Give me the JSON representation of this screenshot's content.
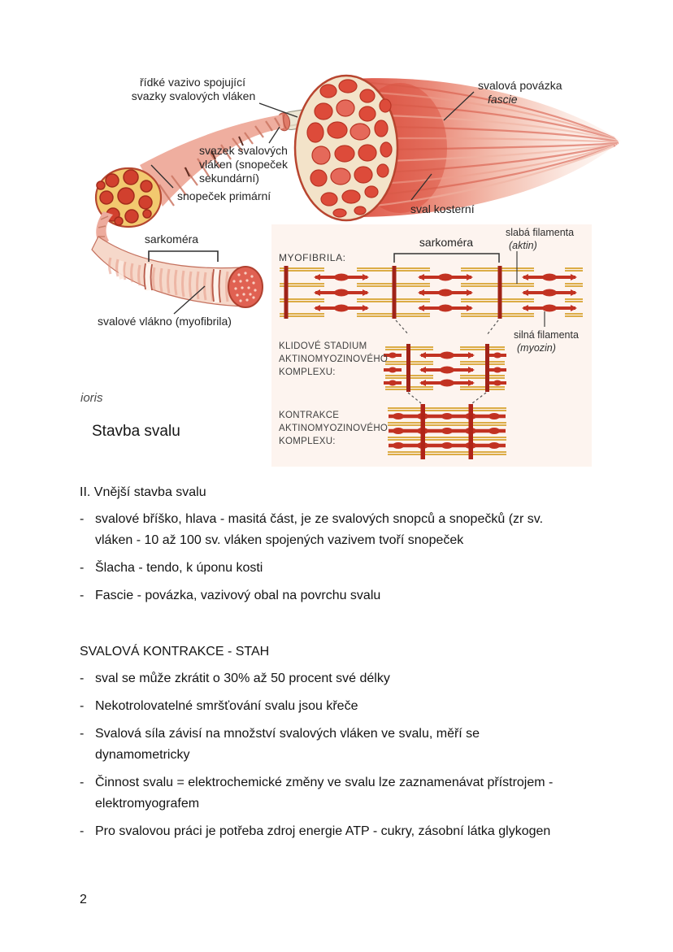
{
  "figure": {
    "labels": {
      "ridke_vazivo_line1": "řídké vazivo spojující",
      "ridke_vazivo_line2": "svazky svalových vláken",
      "svalova_povazka": "svalová povázka",
      "fascie": "fascie",
      "svazek_line1": "svazek svalových",
      "svazek_line2": "vláken (snopeček",
      "svazek_line3": "sekundární)",
      "snopecek_primarni": "snopeček primární",
      "sval_kosterni": "sval kosterní",
      "sarkomera_left": "sarkoméra",
      "svalove_vlakno": "svalové vlákno (myofibrila)",
      "myofibrila_heading": "MYOFIBRILA:",
      "sarkomera_right": "sarkoméra",
      "slaba_filamenta_line1": "slabá filamenta",
      "slaba_filamenta_line2": "(aktin)",
      "silna_filamenta_line1": "silná filamenta",
      "silna_filamenta_line2": "(myozin)",
      "klidove_line1": "KLIDOVÉ STADIUM",
      "klidove_line2": "AKTINOMYOZINOVÉHO",
      "klidove_line3": "KOMPLEXU:",
      "kontrakce_line1": "KONTRAKCE",
      "kontrakce_line2": "AKTINOMYOZINOVÉHO",
      "kontrakce_line3": "KOMPLEXU:",
      "ioris": "ioris",
      "caption": "Stavba svalu"
    },
    "colors": {
      "panel_background": "#fdf4ef",
      "actin_yellow": "#d8a22e",
      "myosin_red": "#c23222",
      "z_disc_dark_red": "#a02318",
      "muscle_cell_red": "#dd4b3a",
      "fascicle_matrix_yellow": "#f2c96f"
    }
  },
  "content": {
    "bullet_marker": "-",
    "section1": {
      "heading": "II. Vnější stavba svalu",
      "bullets": [
        "svalové bříško, hlava - masitá část, je ze svalových snopců a snopečků (zr sv.\nvláken - 10 až 100 sv. vláken spojených vazivem tvoří snopeček",
        "Šlacha - tendo, k úponu kosti",
        "Fascie - povázka, vazivový obal na povrchu svalu"
      ]
    },
    "section2": {
      "heading": "SVALOVÁ KONTRAKCE - STAH",
      "bullets": [
        "sval se může zkrátit o 30% až 50 procent své délky",
        "Nekotrolovatelné smršťování svalu jsou křeče",
        "Svalová síla závisí na množství svalových vláken ve svalu, měří se\ndynamometricky",
        "Činnost svalu = elektrochemické změny ve svalu lze zaznamenávat přístrojem -\nelektromyografem",
        "Pro svalovou práci je potřeba zdroj energie ATP - cukry, zásobní látka glykogen"
      ]
    },
    "page_number": "2"
  }
}
